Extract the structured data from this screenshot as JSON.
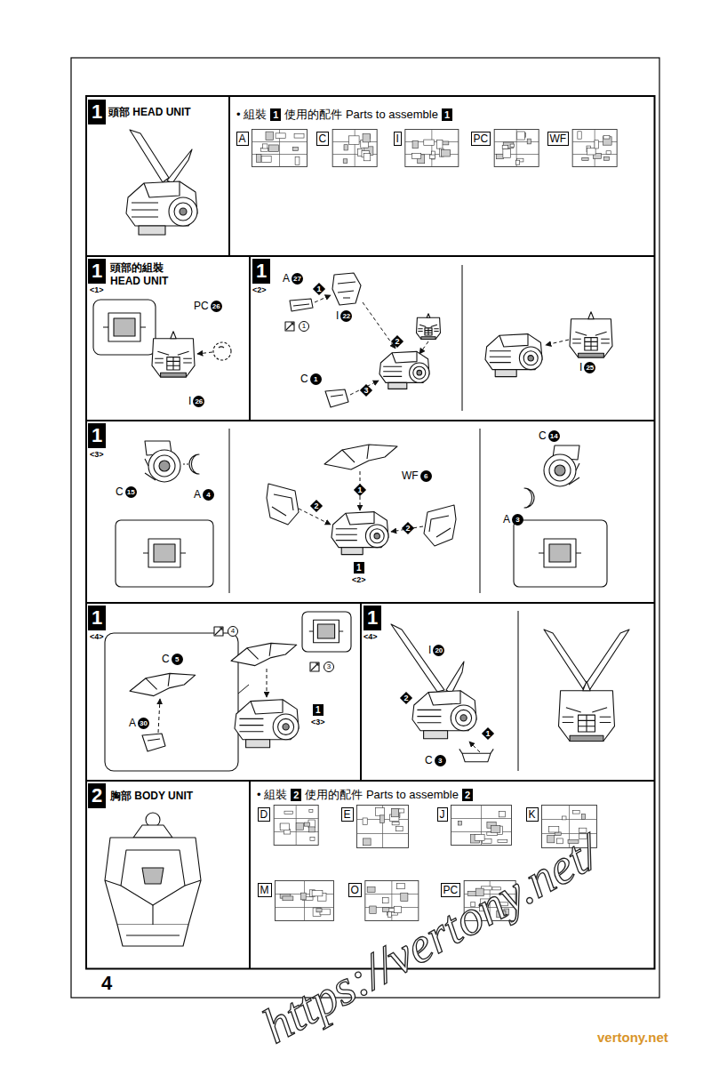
{
  "diagram": {
    "nodes": [
      {
        "text": [
          "頭部 HEAD UNIT"
        ]
      },
      {
        "text": [
          "• 組裝",
          "使用的配件 Parts to assemble"
        ]
      },
      {
        "text": [
          "A"
        ],
        "in": 1
      },
      {
        "text": [
          "C"
        ],
        "in": 1
      },
      {
        "text": [
          "I"
        ],
        "in": 1
      },
      {
        "text": [
          "PC"
        ],
        "in": 1
      },
      {
        "text": [
          "WF"
        ],
        "in": 1
      },
      {
        "text": [
          "頭部的組裝 HEAD UNIT",
          "<1>"
        ]
      },
      {
        "text": [
          "<2>"
        ]
      },
      {
        "text": [
          "<3>"
        ]
      },
      {
        "text": [
          "<4>"
        ]
      },
      {
        "text": [
          "<4>"
        ]
      },
      {
        "text": [
          "胸部 BODY UNIT"
        ]
      },
      {
        "text": [
          "• 組裝",
          "使用的配件 Parts to assemble"
        ]
      },
      {
        "text": [
          "D"
        ],
        "in": 13
      },
      {
        "text": [
          "E"
        ],
        "in": 13
      },
      {
        "text": [
          "J"
        ],
        "in": 13
      },
      {
        "text": [
          "K"
        ],
        "in": 13
      },
      {
        "text": [
          "M"
        ],
        "in": 13
      },
      {
        "text": [
          "O"
        ],
        "in": 13
      },
      {
        "text": [
          "PC"
        ],
        "in": 13
      }
    ],
    "labels": [
      "1",
      "1",
      "1",
      "1",
      "PC",
      "26",
      "I",
      "26",
      "1",
      "A",
      "27",
      "1",
      "1",
      "I",
      "22",
      "2",
      "C",
      "1",
      "3",
      "I",
      "25",
      "1",
      "C",
      "15",
      "A",
      "4",
      "WF",
      "6",
      "1",
      "2",
      "2",
      "1",
      "<2>",
      "C",
      "14",
      "A",
      "3",
      "1",
      "4",
      "3",
      "C",
      "5",
      "A",
      "30",
      "1",
      "<3>",
      "1",
      "I",
      "20",
      "2",
      "1",
      "C",
      "3",
      "2",
      "2",
      "2",
      "https://vertony.net/",
      "vertony.net",
      "4"
    ]
  }
}
